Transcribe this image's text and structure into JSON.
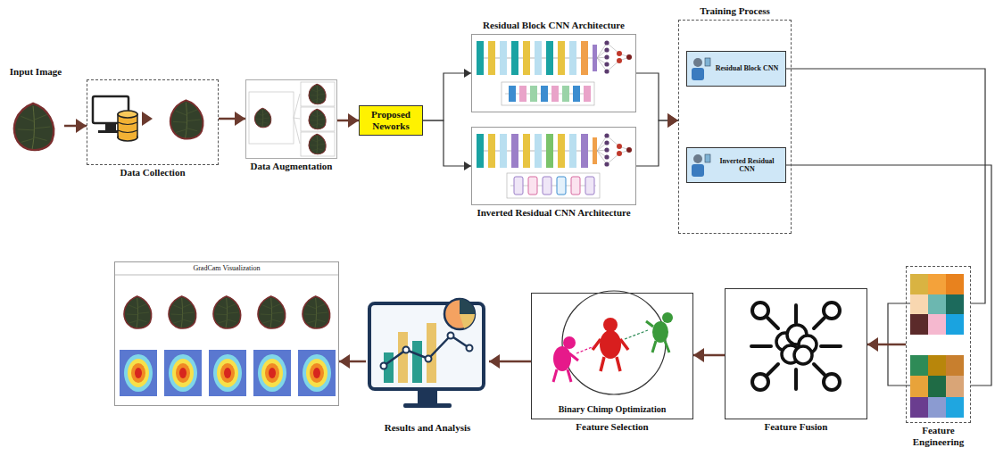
{
  "diagram": {
    "nodes": [
      {
        "text": [
          "Input Image"
        ]
      },
      {
        "text": [
          "Data Collection"
        ]
      },
      {
        "text": [
          "Data Augmentation"
        ]
      },
      {
        "text": [
          "Proposed Neworks"
        ]
      },
      {
        "text": [
          "Residual Block CNN Architecture"
        ]
      },
      {
        "text": [
          "Inverted Residual CNN Architecture"
        ]
      },
      {
        "text": [
          "Training Process"
        ]
      },
      {
        "text": [
          "Residual Block CNN"
        ],
        "in": 6
      },
      {
        "text": [
          "Inverted Residual CNN"
        ],
        "in": 6
      },
      {
        "text": [
          "Feature Engineering"
        ]
      },
      {
        "text": [
          "Feature Fusion"
        ]
      },
      {
        "text": [
          "Binary Chimp Optimization",
          "Feature Selection"
        ]
      },
      {
        "text": [
          "Results and Analysis"
        ]
      },
      {
        "text": [
          "GradCam Visualization"
        ]
      }
    ],
    "edges": [
      {
        "from": 0,
        "to": 1,
        "arrow": "to"
      },
      {
        "from": 1,
        "to": 2,
        "arrow": "to"
      },
      {
        "from": 2,
        "to": 3,
        "arrow": "to"
      },
      {
        "from": 3,
        "to": 4,
        "arrow": "to"
      },
      {
        "from": 3,
        "to": 5,
        "arrow": "to"
      },
      {
        "from": 4,
        "to": 6,
        "arrow": "to"
      },
      {
        "from": 5,
        "to": 6,
        "arrow": "to"
      },
      {
        "from": 7,
        "to": 9,
        "arrow": "none"
      },
      {
        "from": 8,
        "to": 9,
        "arrow": "none"
      },
      {
        "from": 9,
        "to": 10,
        "arrow": "to"
      },
      {
        "from": 10,
        "to": 11,
        "arrow": "to"
      },
      {
        "from": 11,
        "to": 12,
        "arrow": "to"
      },
      {
        "from": 12,
        "to": 13,
        "arrow": "to"
      }
    ]
  }
}
